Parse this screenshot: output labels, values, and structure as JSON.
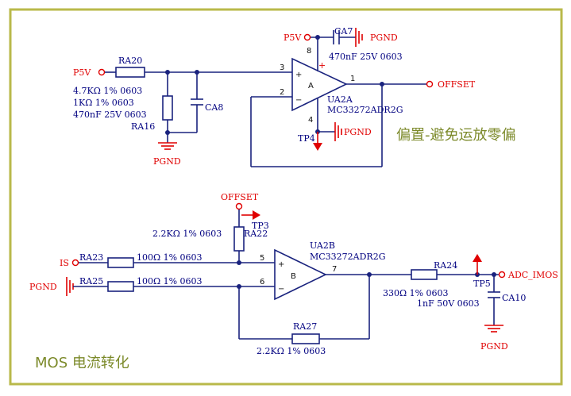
{
  "power_labels": {
    "p5v_left": "P5V",
    "p5v_top": "P5V",
    "pgnd_top_cap": "PGND",
    "pgnd_left": "PGND",
    "pgnd_opamp": "PGND",
    "pgnd_bottom_left": "PGND",
    "pgnd_bottom_right": "PGND"
  },
  "nets": {
    "offset_out": "OFFSET",
    "offset_in": "OFFSET",
    "is": "IS",
    "adc": "ADC_IMOS"
  },
  "parts": {
    "ra20": "RA20",
    "ra16": "RA16",
    "ca8": "CA8",
    "ca7": "CA7",
    "ua2a": "UA2A",
    "ua2a_pn": "MC33272ADR2G",
    "ua2a_sym": "A",
    "tp4": "TP4",
    "ra22": "RA22",
    "tp3": "TP3",
    "ra23": "RA23",
    "ra25": "RA25",
    "ua2b": "UA2B",
    "ua2b_pn": "MC33272ADR2G",
    "ua2b_sym": "B",
    "ra24": "RA24",
    "tp5": "TP5",
    "ca10": "CA10",
    "ra27": "RA27"
  },
  "values": {
    "ra20": "4.7KΩ 1%   0603",
    "ra16": "1KΩ 1%   0603",
    "ca8": "470nF 25V 0603",
    "ca7": "470nF 25V 0603",
    "ra22": "2.2KΩ 1%   0603",
    "ra23": "100Ω 1%   0603",
    "ra25": "100Ω 1%   0603",
    "ra24": "330Ω 1%   0603",
    "ca10": "1nF 50V 0603",
    "ra27": "2.2KΩ 1%   0603"
  },
  "pins": {
    "a_in_plus": "3",
    "a_in_minus": "2",
    "a_out": "1",
    "a_vcc": "8",
    "a_gnd": "4",
    "b_in_plus": "5",
    "b_in_minus": "6",
    "b_out": "7",
    "plus": "+",
    "minus": "−",
    "plus_red": "+"
  },
  "captions": {
    "offset_note": "偏置-避免运放零偏",
    "mos_note": "MOS 电流转化"
  },
  "colors": {
    "wire": "#1a237e",
    "power": "#e00000",
    "caption": "#7c8a2a",
    "border": "#b9b94a"
  }
}
